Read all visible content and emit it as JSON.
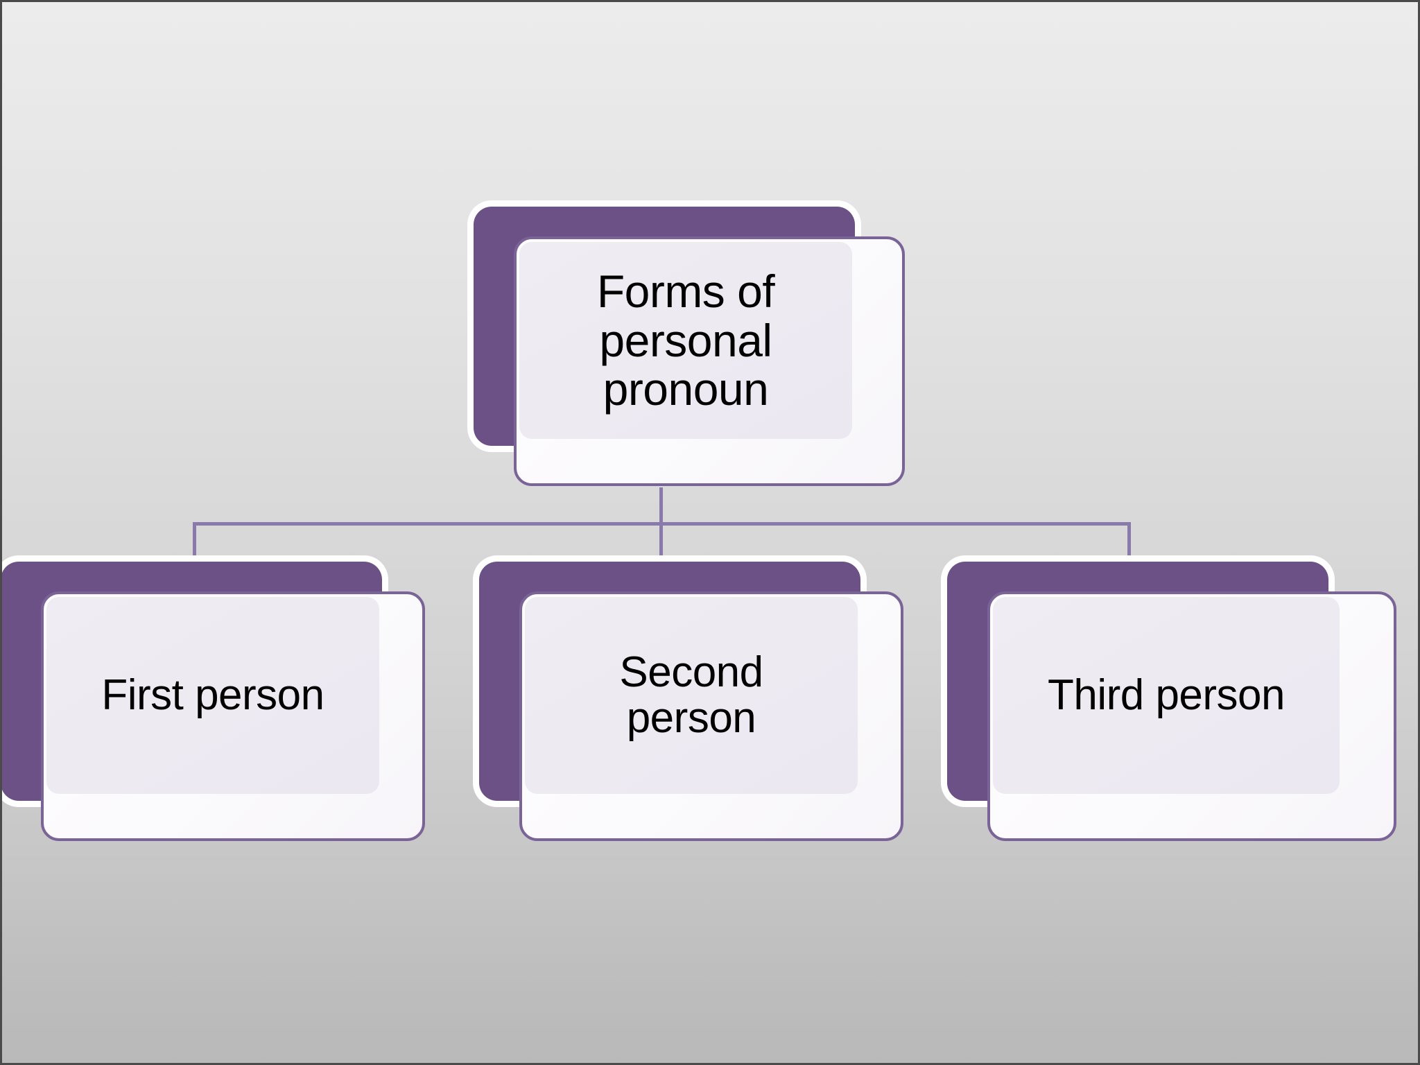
{
  "slide": {
    "background_top_color": "#ececec",
    "background_bottom_color": "#b9b9b9",
    "frame_color": "#4a4a4a"
  },
  "theme": {
    "accent_purple": "#6b5186",
    "card_border_purple": "#7a6397",
    "connector_purple": "#8a7aab",
    "inner_panel_color": "#eeeaf2",
    "card_face_color": "#fbfafc",
    "text_color": "#000000"
  },
  "diagram": {
    "type": "hierarchy",
    "root": {
      "id": "root",
      "label": "Forms of\npersonal\npronoun"
    },
    "children": [
      {
        "id": "child-0",
        "label": "First person"
      },
      {
        "id": "child-1",
        "label": "Second\nperson"
      },
      {
        "id": "child-2",
        "label": "Third person"
      }
    ],
    "connectors": {
      "trunk_label": "root-to-bus",
      "bus_label": "horizontal-bus",
      "drops": [
        "drop-first-person",
        "drop-second-person",
        "drop-third-person"
      ]
    }
  }
}
